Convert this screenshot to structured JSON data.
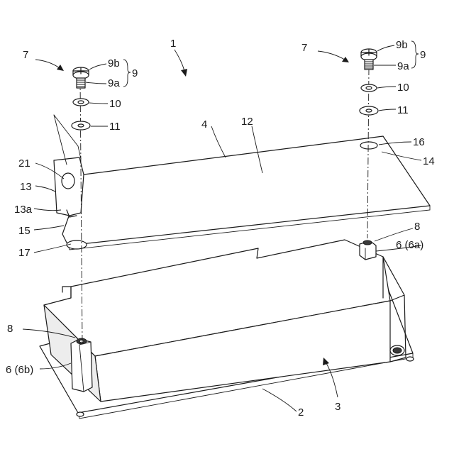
{
  "labels": {
    "assembly": "1",
    "base_plate": "2",
    "main_body": "3",
    "cover": "4",
    "spacer_group": "6 (6a)",
    "spacer_group_b": "6 (6b)",
    "screw_assembly_left": "7",
    "screw_assembly_right": "7",
    "nut_right": "8",
    "nut_left": "8",
    "screw_group_left": "9",
    "screw_head_left": "9b",
    "screw_shaft_left": "9a",
    "screw_group_right": "9",
    "screw_head_right": "9b",
    "screw_shaft_right": "9a",
    "washer_left": "10",
    "washer_right": "10",
    "spring_washer_left": "11",
    "spring_washer_right": "11",
    "cover_top": "12",
    "tab": "13",
    "tab_slot": "13a",
    "corner_right": "14",
    "corner_left": "15",
    "hole_right": "16",
    "hole_left": "17",
    "tab_hole": "21"
  }
}
